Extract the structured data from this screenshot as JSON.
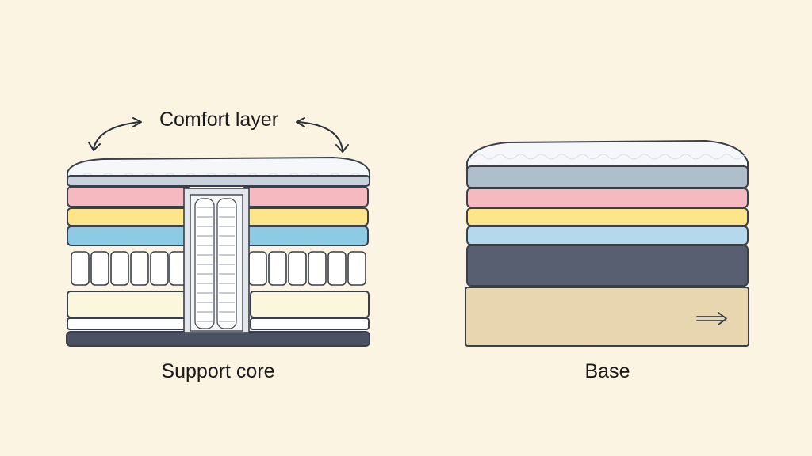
{
  "labels": {
    "comfort_layer": "Comfort layer",
    "support_core": "Support core",
    "base": "Base"
  },
  "colors": {
    "background": "#fbf4e2",
    "outline": "#3a3f4a",
    "pillow_top": "#f5f7fa",
    "pillow_edge": "#c9d2dc",
    "pink_layer": "#f6b9c0",
    "yellow_layer": "#fde58a",
    "blue_layer": "#8ccbe3",
    "light_blue_layer": "#b4d9ec",
    "slate_layer": "#aebfcb",
    "coil_white": "#ffffff",
    "cream_foam": "#fbf7dc",
    "dark_base": "#4a5163",
    "dark_slate_base": "#575f70",
    "tan_base": "#e8d6b0"
  },
  "icons": {
    "left_arrow": "curved-double-arrow-icon",
    "right_arrow": "curved-double-arrow-icon",
    "base_arrow": "arrow-right-icon"
  }
}
